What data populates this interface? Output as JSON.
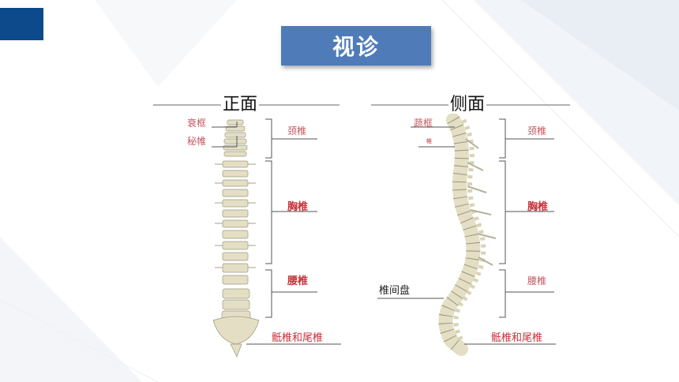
{
  "slide": {
    "title": "视诊",
    "colors": {
      "accent": "#0d4a8c",
      "title_bg": "#4f7bb9",
      "label_red": "#c8323a",
      "bone": "#e4dfc4"
    }
  },
  "front_view": {
    "title": "正面",
    "small_labels": [
      "衰框",
      "秘帷"
    ],
    "regions": [
      "颈椎",
      "胸椎",
      "腰椎",
      "骶椎和尾椎"
    ]
  },
  "side_view": {
    "title": "侧面",
    "small_labels": [
      "蔬框",
      "帷"
    ],
    "regions": [
      "颈椎",
      "胸椎",
      "腰椎",
      "骶椎和尾椎"
    ],
    "disc_label": "椎间盘"
  }
}
